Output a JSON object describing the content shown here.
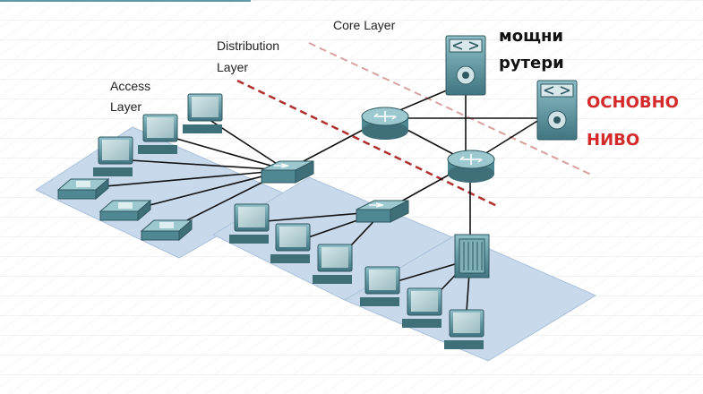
{
  "labels": {
    "core_layer": "Core Layer",
    "distribution_line1": "Distribution",
    "distribution_line2": "Layer",
    "access_line1": "Access",
    "access_line2": "Layer",
    "powerful_line1": "мощни",
    "powerful_line2": "рутери",
    "base_line1": "ОСНОВНО",
    "base_line2": "НИВО"
  },
  "colors": {
    "platform": "#c8d9ec",
    "device": "#5e9aa6",
    "device_dark": "#3f6f79",
    "accent_red": "#d42a2a",
    "divider_red": "#b0302e",
    "text": "#222222"
  }
}
